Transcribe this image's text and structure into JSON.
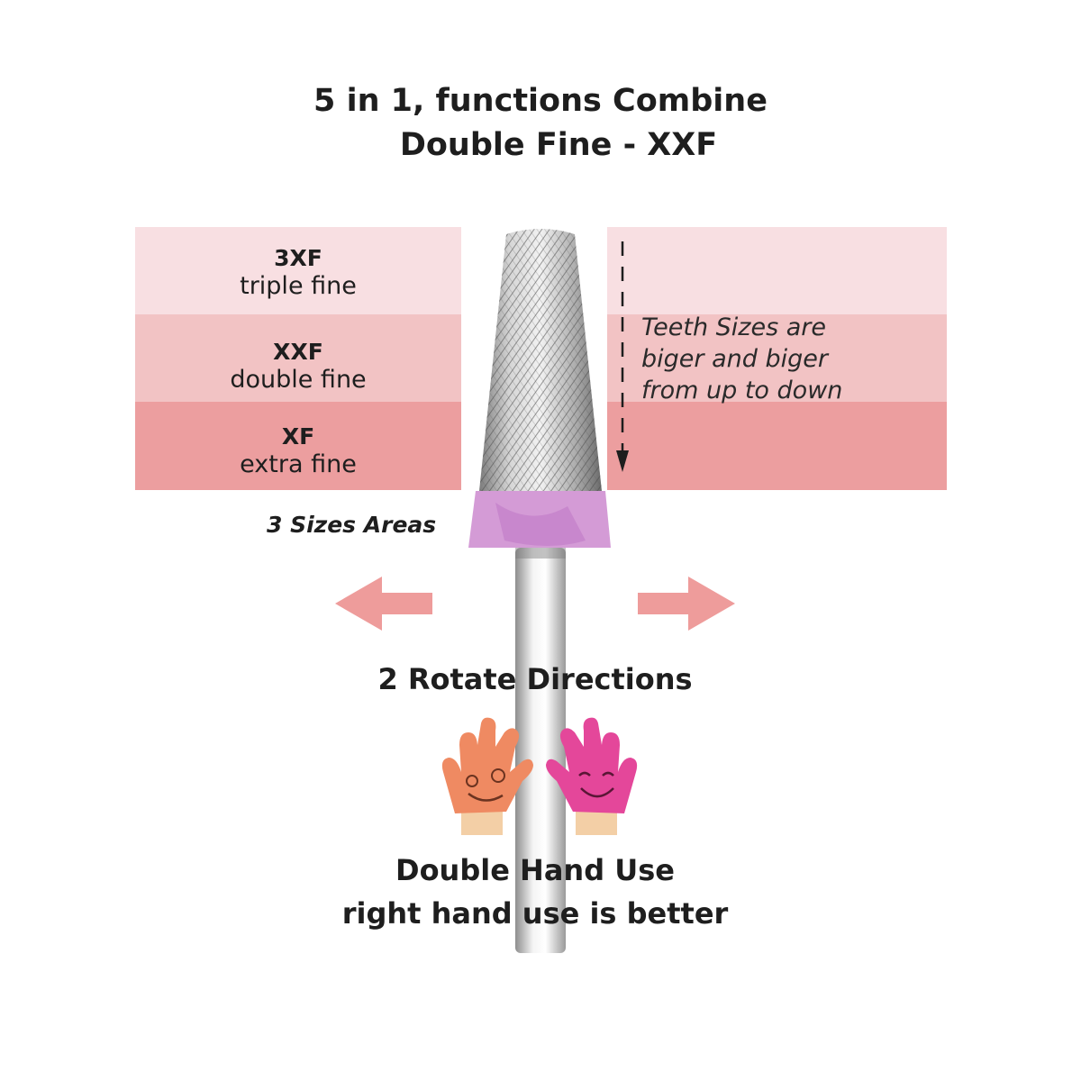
{
  "headline": {
    "line1": "5 in 1, functions Combine",
    "line2": "Double Fine - XXF"
  },
  "grades": [
    {
      "code": "3XF",
      "description": "triple fine"
    },
    {
      "code": "XXF",
      "description": "double fine"
    },
    {
      "code": "XF",
      "description": "extra fine"
    }
  ],
  "teeth_note": {
    "line1": "Teeth Sizes are",
    "line2": "biger and biger",
    "line3": "from up to down"
  },
  "areas_label": "3 Sizes Areas",
  "rotate_label": "2 Rotate Directions",
  "hand_use": {
    "line1": "Double Hand Use",
    "line2": "right hand use is better"
  },
  "colors": {
    "band_light": "#f8dfe2",
    "band_mid": "#f2c3c4",
    "band_dark": "#ec9e9f",
    "arrow": "#ee9c9b",
    "left_hand": "#ef8a62",
    "right_hand": "#e4479a",
    "collar": "#d49bd6"
  },
  "icons": [
    "left-arrow-icon",
    "right-arrow-icon",
    "left-hand-icon",
    "right-hand-icon",
    "down-arrow-icon"
  ]
}
